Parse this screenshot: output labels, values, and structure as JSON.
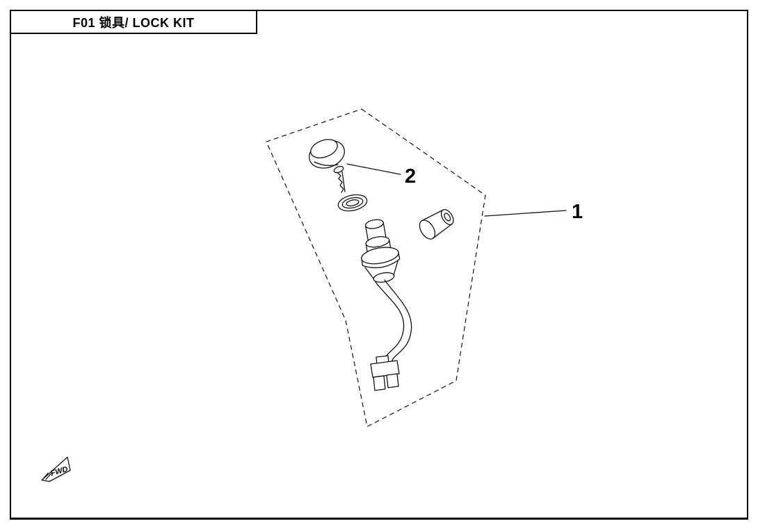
{
  "header": {
    "title": "F01 锁具/ LOCK KIT"
  },
  "callouts": {
    "kit": "1",
    "key": "2"
  },
  "fwd": {
    "label": "FWD"
  }
}
